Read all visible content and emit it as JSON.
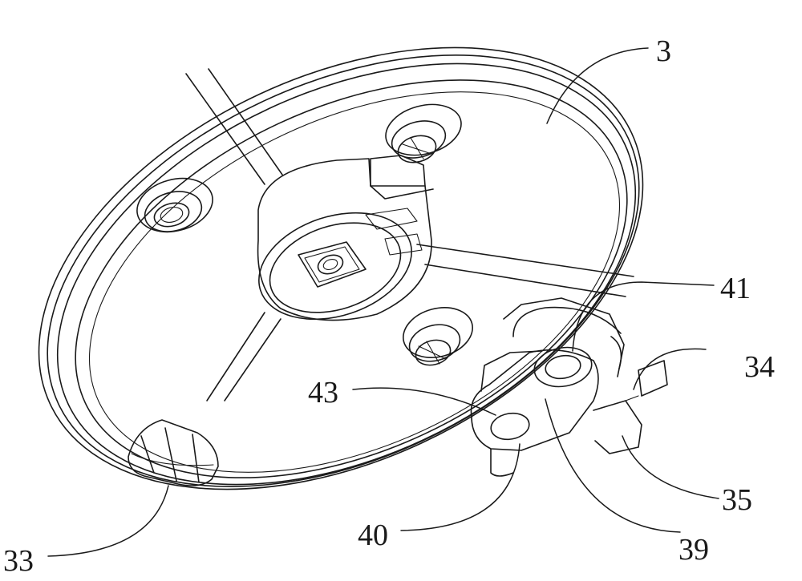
{
  "figure": {
    "labels": {
      "ring_3": "3",
      "slot_41": "41",
      "tab_34": "34",
      "hole_43": "43",
      "tab_35": "35",
      "lug_40": "40",
      "boss_39": "39",
      "post_33": "33"
    }
  }
}
